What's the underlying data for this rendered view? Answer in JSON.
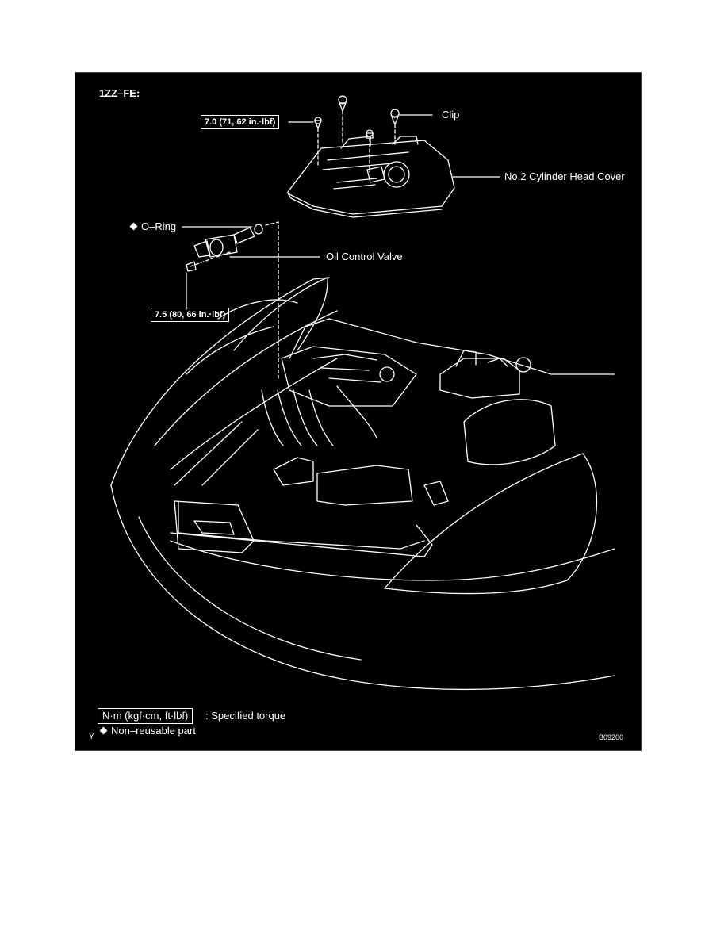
{
  "title": "1ZZ–FE:",
  "labels": {
    "clip": "Clip",
    "cover": "No.2 Cylinder Head Cover",
    "oring": "O–Ring",
    "ocv": "Oil Control Valve"
  },
  "torques": {
    "cover_nut": "7.0 (71, 62 in.·lbf)",
    "ocv_bolt": "7.5 (80, 66 in.·lbf)"
  },
  "legend": {
    "unit_box": "N·m (kgf·cm, ft·lbf)",
    "unit_desc": ": Specified torque",
    "nonreusable": "Non–reusable part"
  },
  "corner_mark": "Y",
  "figure_code": "B09200",
  "icons": [
    "non-reusable-diamond-icon"
  ]
}
